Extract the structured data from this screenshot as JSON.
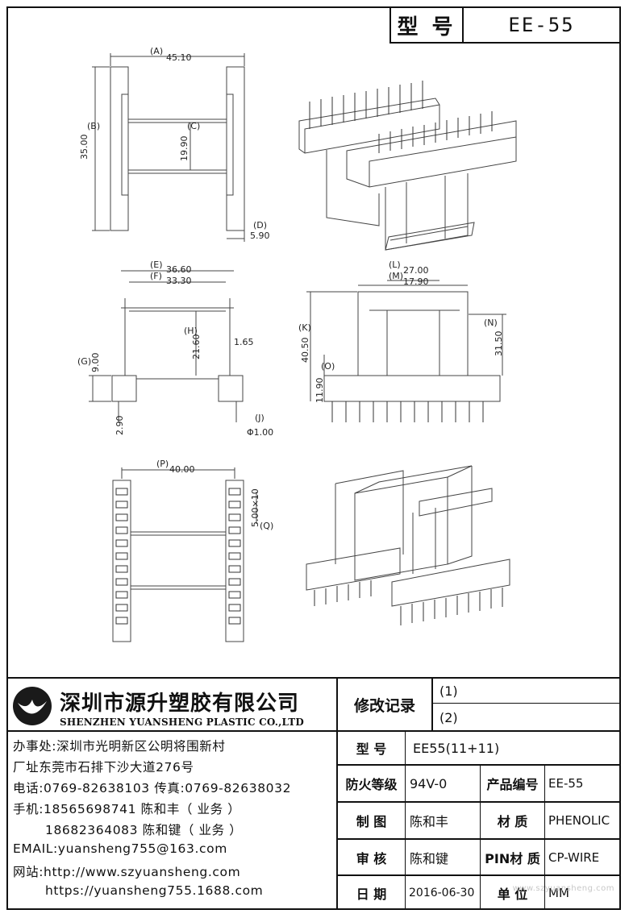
{
  "header": {
    "model_label": "型 号",
    "model_value": "EE-55"
  },
  "dimensions": {
    "a": "(A)",
    "a_val": "45.10",
    "b": "(B)",
    "b_val": "35.00",
    "c": "(C)",
    "c_val": "19.90",
    "d": "(D)",
    "d_val": "5.90",
    "e": "(E)",
    "e_val": "36.60",
    "f": "(F)",
    "f_val": "33.30",
    "h": "(H)",
    "h_val": "21.60",
    "h2_val": "1.65",
    "g": "(G)",
    "g_val": "9.00",
    "i_val": "2.90",
    "j": "(J)",
    "j_val": "Φ1.00",
    "l": "(L)",
    "l_val": "27.00",
    "m": "(M)",
    "m_val": "17.90",
    "k": "(K)",
    "k_val": "40.50",
    "n": "(N)",
    "n_val": "31.50",
    "o": "(O)",
    "o_val": "11.90",
    "p": "(P)",
    "p_val": "40.00",
    "q": "(Q)",
    "q_val": "5.00×10"
  },
  "company": {
    "name_cn": "深圳市源升塑胶有限公司",
    "name_en": "SHENZHEN YUANSHENG PLASTIC CO.,LTD",
    "office": "办事处:深圳市光明新区公明将围新村",
    "factory": "厂址东莞市石排下沙大道276号",
    "phone": "电话:0769-82638103 传真:0769-82638032",
    "mobile1": "手机:18565698741 陈和丰（ 业务 ）",
    "mobile2": "18682364083 陈和键（ 业务 ）",
    "email": "EMAIL:yuansheng755@163.com",
    "site1": "网站:http://www.szyuansheng.com",
    "site2": "https://yuansheng755.1688.com"
  },
  "title_block": {
    "revision_label": "修改记录",
    "rev1": "(1)",
    "rev2": "(2)",
    "model_label": "型 号",
    "model_value": "EE55(11+11)",
    "fire_label": "防火等级",
    "fire_value": "94V-0",
    "product_no_label": "产品编号",
    "product_no_value": "EE-55",
    "drawn_label": "制 图",
    "drawn_value": "陈和丰",
    "material_label": "材 质",
    "material_value": "PHENOLIC",
    "check_label": "审 核",
    "check_value": "陈和键",
    "pin_label": "PIN材 质",
    "pin_value": "CP-WIRE",
    "date_label": "日 期",
    "date_value": "2016-06-30",
    "unit_label": "单 位",
    "unit_value": "MM"
  },
  "watermark": "www.szyuansheng.com"
}
